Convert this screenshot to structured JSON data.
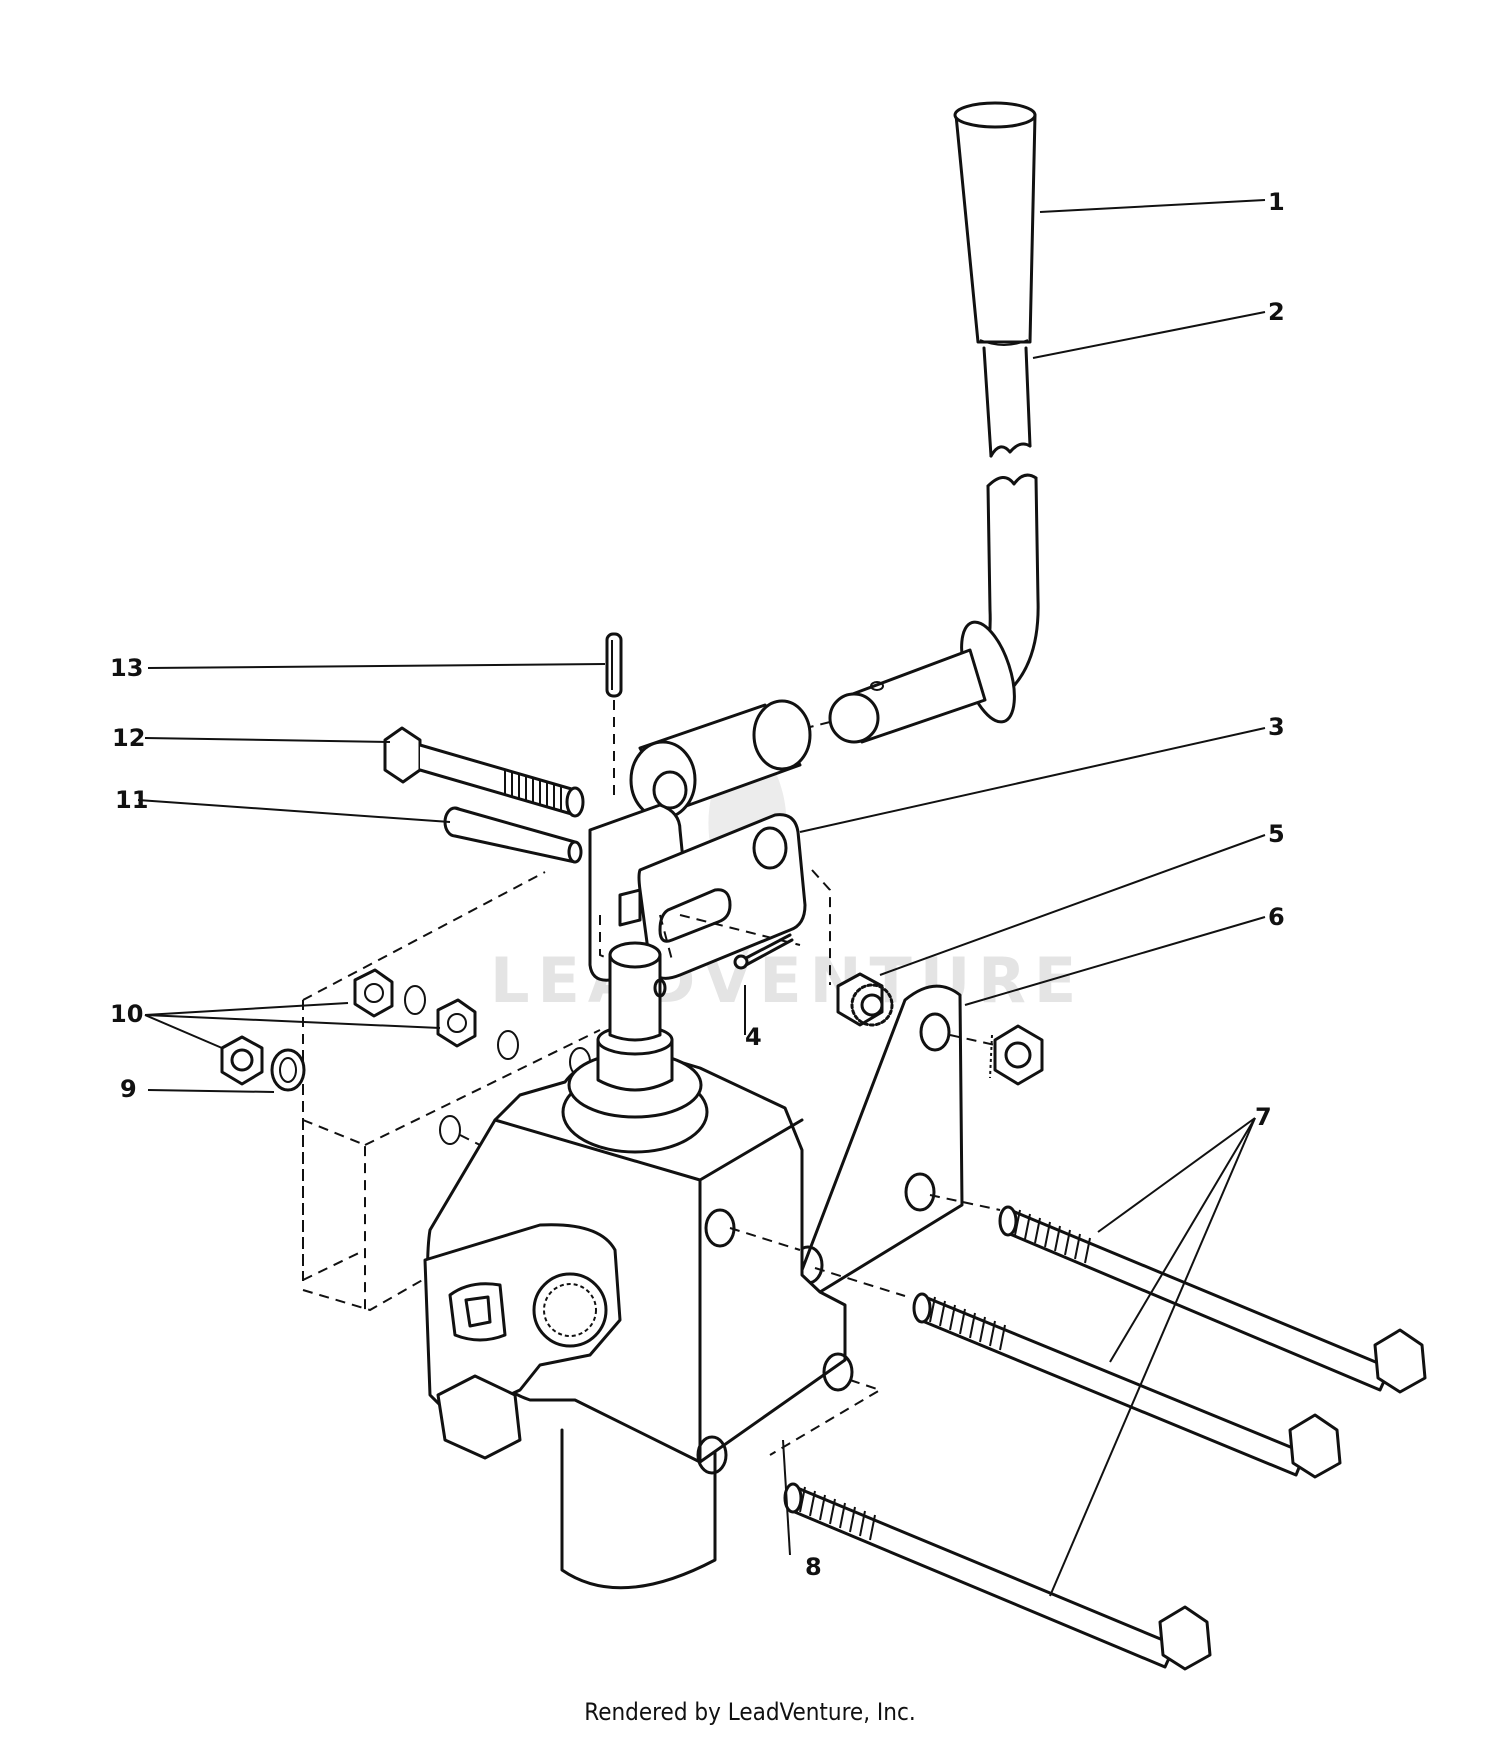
{
  "diagram": {
    "callouts": [
      "1",
      "2",
      "3",
      "4",
      "5",
      "6",
      "7",
      "8",
      "9",
      "10",
      "11",
      "12",
      "13"
    ],
    "watermark": "LEADVENTURE"
  },
  "footer": {
    "credit": "Rendered by LeadVenture, Inc."
  },
  "colors": {
    "ink": "#111111",
    "watermark": "#e4e4e4",
    "background": "#ffffff"
  }
}
